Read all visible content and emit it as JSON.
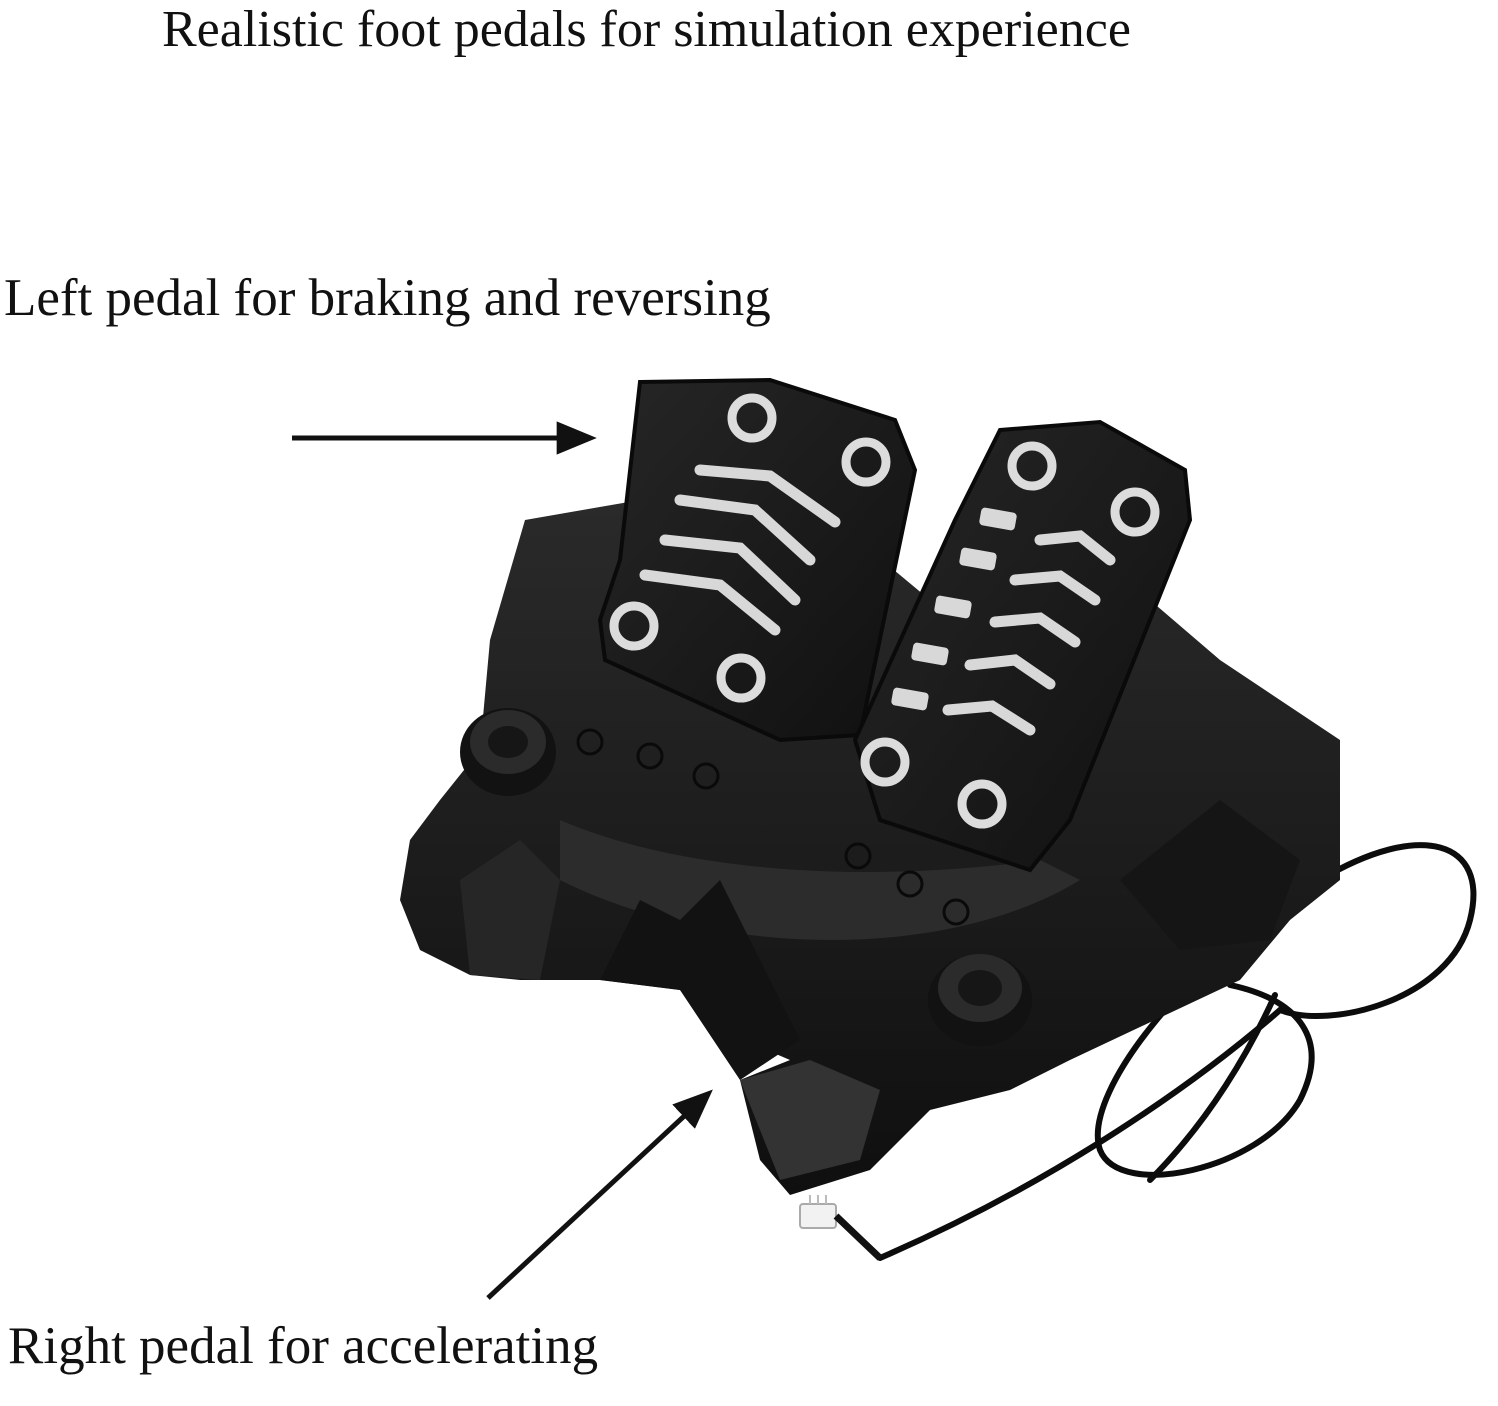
{
  "captions": {
    "title": "Realistic foot pedals for simulation experience",
    "left_pedal": "Left pedal for braking and reversing",
    "right_pedal": "Right pedal for accelerating"
  },
  "colors": {
    "background": "#ffffff",
    "body": "#1c1c1c",
    "pedal": "#161616",
    "highlight": "#d8d8d8"
  }
}
